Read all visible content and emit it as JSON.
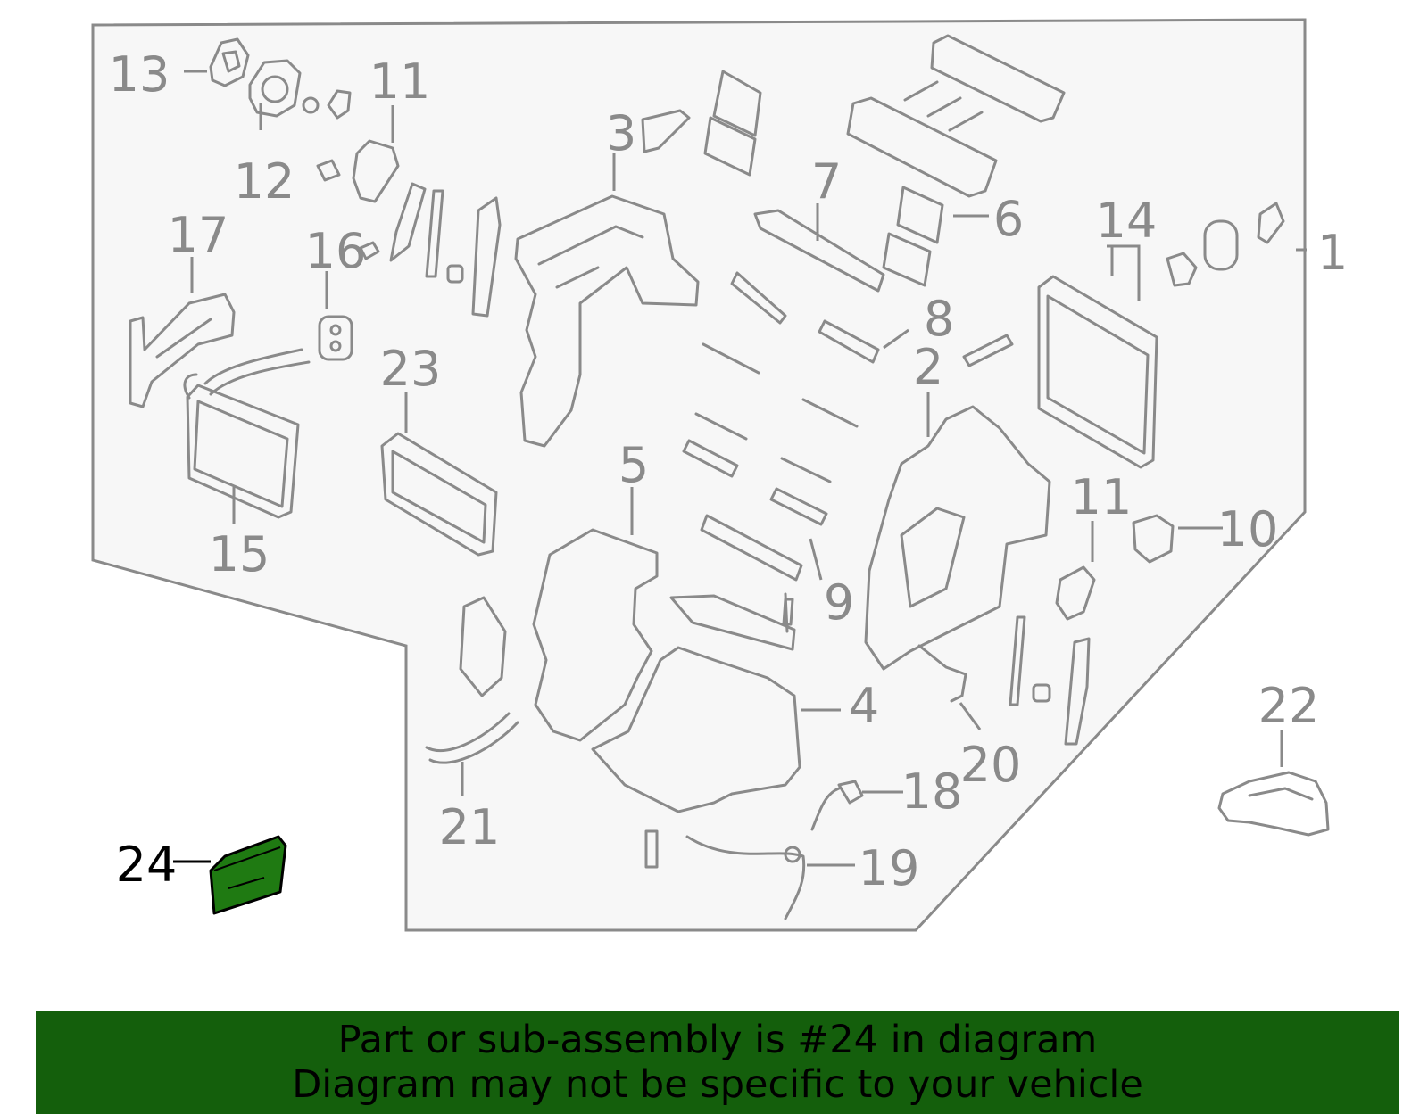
{
  "callouts": [
    {
      "id": "1",
      "label": "1"
    },
    {
      "id": "2",
      "label": "2"
    },
    {
      "id": "3",
      "label": "3"
    },
    {
      "id": "4",
      "label": "4"
    },
    {
      "id": "5",
      "label": "5"
    },
    {
      "id": "6",
      "label": "6"
    },
    {
      "id": "7",
      "label": "7"
    },
    {
      "id": "8",
      "label": "8"
    },
    {
      "id": "9",
      "label": "9"
    },
    {
      "id": "10",
      "label": "10"
    },
    {
      "id": "11a",
      "label": "11"
    },
    {
      "id": "11b",
      "label": "11"
    },
    {
      "id": "12",
      "label": "12"
    },
    {
      "id": "13",
      "label": "13"
    },
    {
      "id": "14",
      "label": "14"
    },
    {
      "id": "15",
      "label": "15"
    },
    {
      "id": "16",
      "label": "16"
    },
    {
      "id": "17",
      "label": "17"
    },
    {
      "id": "18",
      "label": "18"
    },
    {
      "id": "19",
      "label": "19"
    },
    {
      "id": "20",
      "label": "20"
    },
    {
      "id": "21",
      "label": "21"
    },
    {
      "id": "22",
      "label": "22"
    },
    {
      "id": "23",
      "label": "23"
    },
    {
      "id": "24",
      "label": "24",
      "highlighted": true
    }
  ],
  "colors": {
    "highlight_part": "#1f7a12",
    "banner_bg": "#145f0c",
    "line": "#8a8a8a",
    "panel_fill": "#f7f7f7"
  },
  "banner": {
    "line1": "Part or sub-assembly is #24 in diagram",
    "line2": "Diagram may not be specific to your vehicle"
  }
}
